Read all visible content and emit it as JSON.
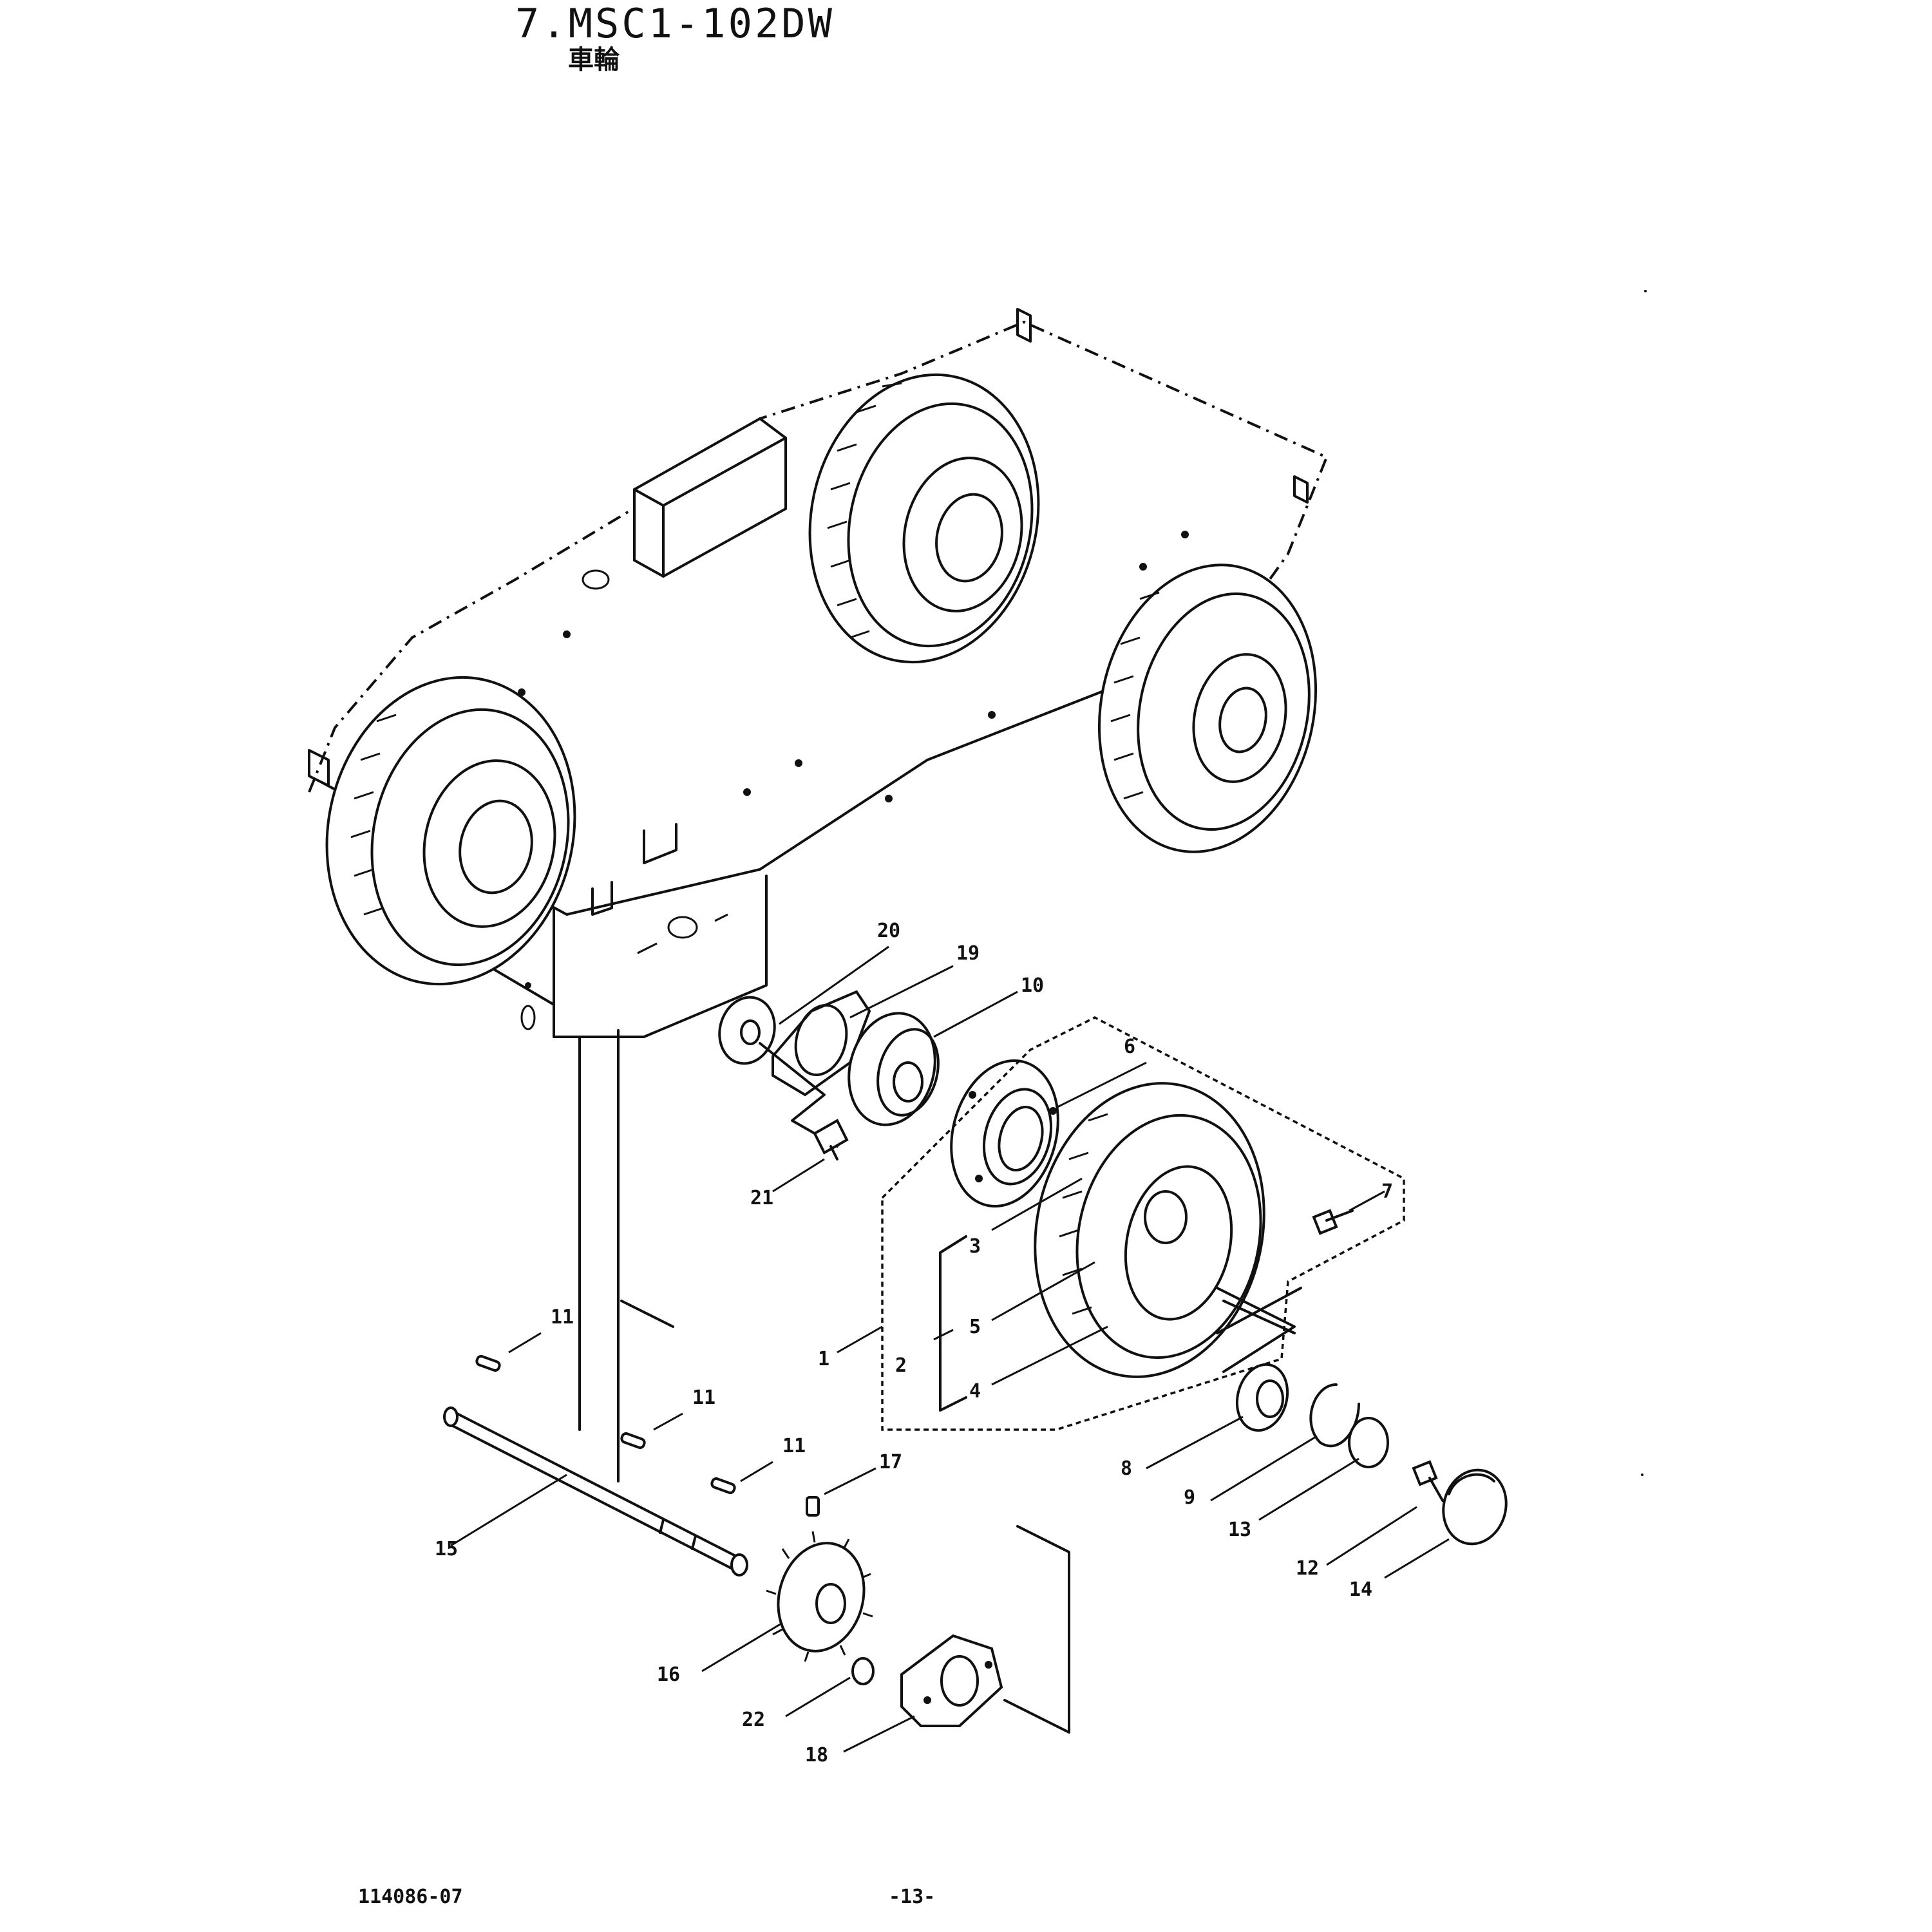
{
  "header": {
    "title": "7.MSC1-102DW",
    "subtitle": "車輪"
  },
  "footer": {
    "doc_number": "114086-07",
    "page_number": "-13-"
  },
  "part_labels": [
    "20",
    "19",
    "10",
    "6",
    "21",
    "7",
    "3",
    "5",
    "1",
    "2",
    "4",
    "11",
    "11",
    "11",
    "17",
    "8",
    "9",
    "13",
    "12",
    "14",
    "15",
    "16",
    "22",
    "18"
  ]
}
